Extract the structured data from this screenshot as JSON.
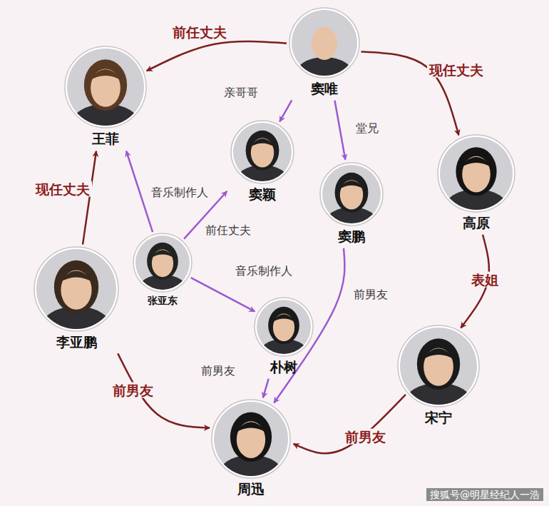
{
  "diagram": {
    "nodes": [
      {
        "text": [
          "窦唯"
        ]
      },
      {
        "text": [
          "王菲"
        ]
      },
      {
        "text": [
          "窦颖"
        ]
      },
      {
        "text": [
          "窦鹏"
        ]
      },
      {
        "text": [
          "高原"
        ]
      },
      {
        "text": [
          "张亚东"
        ]
      },
      {
        "text": [
          "李亚鹏"
        ]
      },
      {
        "text": [
          "朴树"
        ]
      },
      {
        "text": [
          "宋宁"
        ]
      },
      {
        "text": [
          "周迅"
        ]
      }
    ],
    "edges": [
      {
        "from": 0,
        "to": 1,
        "label": "前任丈夫",
        "arrow": "to"
      },
      {
        "from": 0,
        "to": 4,
        "label": "现任丈夫",
        "arrow": "to"
      },
      {
        "from": 0,
        "to": 2,
        "label": "亲哥哥",
        "arrow": "to"
      },
      {
        "from": 0,
        "to": 3,
        "label": "堂兄",
        "arrow": "to"
      },
      {
        "from": 4,
        "to": 8,
        "label": "表姐",
        "arrow": "to"
      },
      {
        "from": 8,
        "to": 9,
        "label": "前男友",
        "arrow": "to"
      },
      {
        "from": 6,
        "to": 1,
        "label": "现任丈夫",
        "arrow": "to"
      },
      {
        "from": 6,
        "to": 9,
        "label": "前男友",
        "arrow": "to"
      },
      {
        "from": 5,
        "to": 1,
        "label": "音乐制作人",
        "arrow": "to"
      },
      {
        "from": 5,
        "to": 2,
        "label": "前任丈夫",
        "arrow": "to"
      },
      {
        "from": 5,
        "to": 7,
        "label": "音乐制作人",
        "arrow": "to"
      },
      {
        "from": 7,
        "to": 9,
        "label": "前男友",
        "arrow": "to"
      },
      {
        "from": 3,
        "to": 9,
        "label": "前男友",
        "arrow": "to"
      }
    ],
    "labels": [
      "搜狐号@明星经纪人一浩"
    ]
  }
}
